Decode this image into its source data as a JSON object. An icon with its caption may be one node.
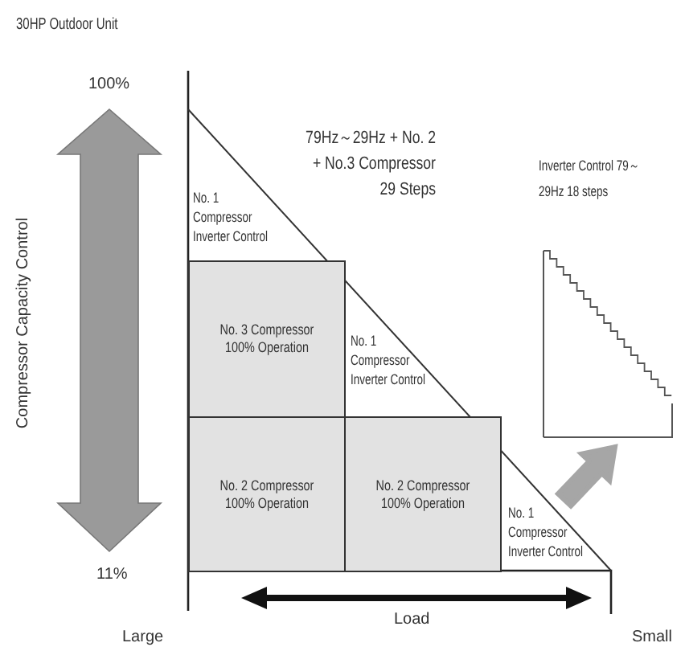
{
  "diagram": {
    "title": "30HP Outdoor Unit",
    "nodes": [
      {
        "text": [
          "No. 3 Compressor 100% Operation"
        ]
      },
      {
        "text": [
          "No. 2 Compressor 100% Operation"
        ]
      },
      {
        "text": [
          "No. 2 Compressor 100% Operation"
        ]
      },
      {
        "text": [
          "No. 1 Compressor Inverter Control"
        ]
      },
      {
        "text": [
          "Inverter Control 79～29Hz 18 steps"
        ]
      }
    ],
    "edges": [
      {
        "from": 3,
        "to": 4,
        "arrow": "to",
        "style": "thick",
        "color": "#a6a6a6"
      }
    ],
    "labels": [
      "100%",
      "Compressor Capacity Control",
      "79Hz～29Hz + No. 2 + No.3 Compressor 29 Steps",
      "No. 1 Compressor Inverter Control",
      "No. 1 Compressor Inverter Control",
      "11%",
      "Load",
      "Large",
      "Small"
    ]
  }
}
